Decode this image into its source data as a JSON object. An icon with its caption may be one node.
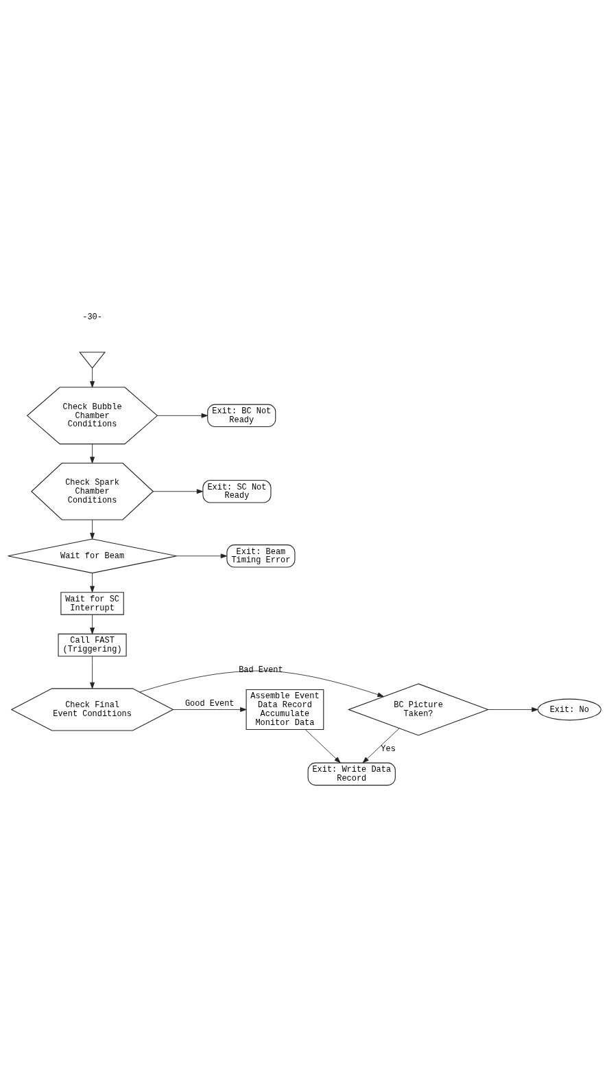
{
  "diagram": {
    "nodes": [
      {
        "text": [],
        "shape": "triangle"
      },
      {
        "text": [
          "Check Bubble Chamber Conditions"
        ]
      },
      {
        "text": [
          "Exit: BC Not Ready"
        ]
      },
      {
        "text": [
          "Check Spark Chamber Conditions"
        ]
      },
      {
        "text": [
          "Exit: SC Not Ready"
        ]
      },
      {
        "text": [
          "Wait for Beam"
        ]
      },
      {
        "text": [
          "Exit: Beam Timing Error"
        ]
      },
      {
        "text": [
          "Wait for SC Interrupt"
        ]
      },
      {
        "text": [
          "Call FAST (Triggering)"
        ]
      },
      {
        "text": [
          "Check Final Event Conditions"
        ]
      },
      {
        "text": [
          "BC Picture Taken?"
        ]
      },
      {
        "text": [
          "Exit: No"
        ]
      },
      {
        "text": [
          "Assemble Event Data Record Accumulate Monitor Data"
        ]
      },
      {
        "text": [
          "Exit: Write Data Record"
        ]
      }
    ],
    "edges": [
      {
        "from": 0,
        "to": 1,
        "arrow": "to"
      },
      {
        "from": 1,
        "to": 2,
        "arrow": "to"
      },
      {
        "from": 1,
        "to": 3,
        "arrow": "to"
      },
      {
        "from": 3,
        "to": 4,
        "arrow": "to"
      },
      {
        "from": 3,
        "to": 5,
        "arrow": "to"
      },
      {
        "from": 5,
        "to": 6,
        "arrow": "to"
      },
      {
        "from": 5,
        "to": 7,
        "arrow": "to"
      },
      {
        "from": 7,
        "to": 8,
        "arrow": "to"
      },
      {
        "from": 8,
        "to": 9,
        "arrow": "to"
      },
      {
        "from": 9,
        "to": 10,
        "label": "Bad Event",
        "arrow": "to"
      },
      {
        "from": 10,
        "to": 11,
        "arrow": "to"
      },
      {
        "from": 9,
        "to": 12,
        "label": "Good Event",
        "arrow": "to"
      },
      {
        "from": 10,
        "to": 13,
        "label": "Yes",
        "arrow": "to"
      },
      {
        "from": 12,
        "to": 13,
        "arrow": "to"
      }
    ],
    "labels": [
      "-30-"
    ]
  }
}
